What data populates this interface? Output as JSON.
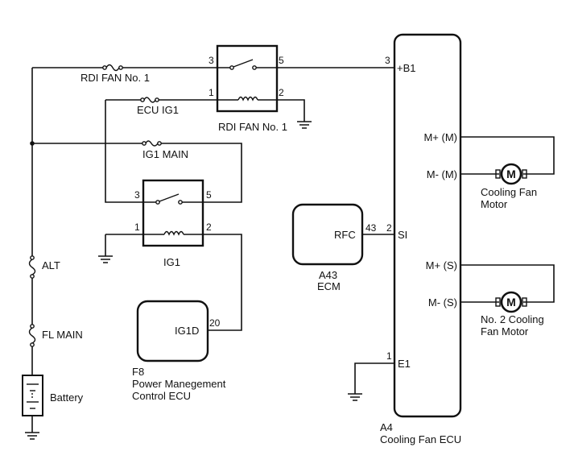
{
  "components": {
    "rdi_fan_fuse": "RDI FAN No. 1",
    "ecu_ig1_fuse": "ECU IG1",
    "ig1_main_fuse": "IG1 MAIN",
    "alt_fuse": "ALT",
    "fl_main_fuse": "FL MAIN",
    "battery": "Battery",
    "rdi_relay": "RDI FAN No. 1",
    "ig1_relay": "IG1",
    "ecm_code": "A43",
    "ecm_name": "ECM",
    "pm_code": "F8",
    "pm_name_line1": "Power Manegement",
    "pm_name_line2": "Control ECU",
    "fan_ecu_code": "A4",
    "fan_ecu_name": "Cooling Fan ECU",
    "motor1_line1": "Cooling Fan",
    "motor1_line2": "Motor",
    "motor2_line1": "No. 2 Cooling",
    "motor2_line2": "Fan Motor",
    "motor_symbol": "M"
  },
  "pins": {
    "rdi_relay_3": "3",
    "rdi_relay_5": "5",
    "rdi_relay_1": "1",
    "rdi_relay_2": "2",
    "ig1_relay_3": "3",
    "ig1_relay_5": "5",
    "ig1_relay_1": "1",
    "ig1_relay_2": "2",
    "fan_ecu_b1_num": "3",
    "fan_ecu_b1": "+B1",
    "fan_ecu_mplus_m": "M+ (M)",
    "fan_ecu_mminus_m": "M- (M)",
    "fan_ecu_si_num": "2",
    "fan_ecu_si": "SI",
    "fan_ecu_mplus_s": "M+ (S)",
    "fan_ecu_mminus_s": "M- (S)",
    "fan_ecu_e1_num": "1",
    "fan_ecu_e1": "E1",
    "ecm_rfc": "RFC",
    "ecm_rfc_num": "43",
    "pm_ig1d": "IG1D",
    "pm_ig1d_num": "20"
  },
  "icons": {
    "ground": "ground-icon",
    "fuse": "fuse-icon",
    "coil": "coil-icon",
    "switch": "switch-icon",
    "battery": "battery-icon",
    "motor": "motor-icon"
  }
}
